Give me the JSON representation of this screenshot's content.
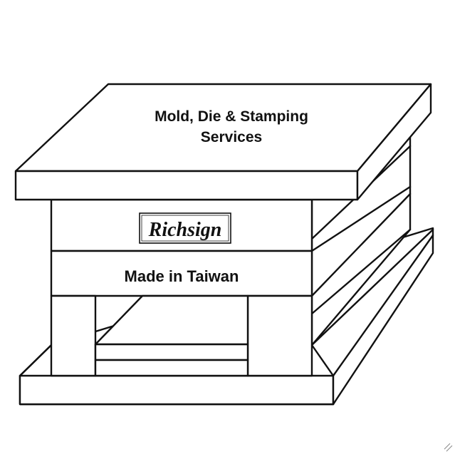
{
  "diagram": {
    "top_label_line1": "Mold, Die & Stamping",
    "top_label_line2": "Services",
    "logo_text": "Richsign",
    "bottom_label": "Made in Taiwan"
  },
  "colors": {
    "line": "#111111",
    "background": "#ffffff"
  }
}
